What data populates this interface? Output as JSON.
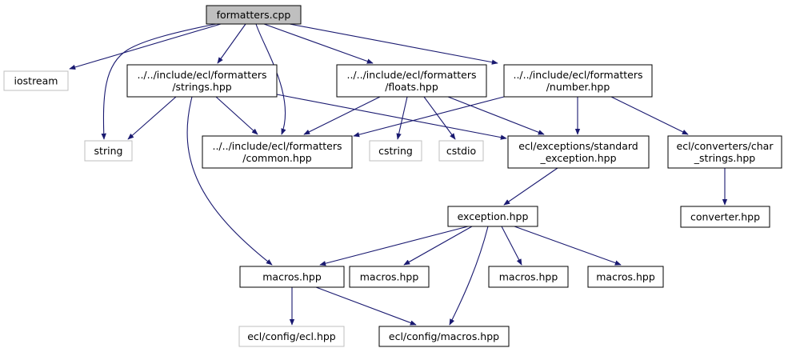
{
  "title": "formatters.cpp",
  "colors": {
    "edge": "#191970",
    "root_fill": "#bfbfbf",
    "external_border": "#bfbfbf",
    "node_border": "#000000"
  },
  "nodes": {
    "root": [
      "formatters.cpp"
    ],
    "iostream": [
      "iostream"
    ],
    "string": [
      "string"
    ],
    "strings": [
      "../../include/ecl/formatters",
      "/strings.hpp"
    ],
    "floats": [
      "../../include/ecl/formatters",
      "/floats.hpp"
    ],
    "number": [
      "../../include/ecl/formatters",
      "/number.hpp"
    ],
    "common": [
      "../../include/ecl/formatters",
      "/common.hpp"
    ],
    "cstring": [
      "cstring"
    ],
    "cstdio": [
      "cstdio"
    ],
    "stdexc": [
      "ecl/exceptions/standard",
      "_exception.hpp"
    ],
    "charstr": [
      "ecl/converters/char",
      "_strings.hpp"
    ],
    "converter": [
      "converter.hpp"
    ],
    "exception": [
      "exception.hpp"
    ],
    "macros1": [
      "macros.hpp"
    ],
    "macros2": [
      "macros.hpp"
    ],
    "macros3": [
      "macros.hpp"
    ],
    "macros4": [
      "macros.hpp"
    ],
    "eclhpp": [
      "ecl/config/ecl.hpp"
    ],
    "cfgmacros": [
      "ecl/config/macros.hpp"
    ]
  },
  "edges": [
    [
      "root",
      "iostream"
    ],
    [
      "root",
      "string"
    ],
    [
      "root",
      "strings"
    ],
    [
      "root",
      "common"
    ],
    [
      "root",
      "floats"
    ],
    [
      "root",
      "number"
    ],
    [
      "strings",
      "string"
    ],
    [
      "strings",
      "common"
    ],
    [
      "strings",
      "stdexc"
    ],
    [
      "strings",
      "macros1"
    ],
    [
      "floats",
      "common"
    ],
    [
      "floats",
      "cstring"
    ],
    [
      "floats",
      "cstdio"
    ],
    [
      "floats",
      "stdexc"
    ],
    [
      "number",
      "common"
    ],
    [
      "number",
      "stdexc"
    ],
    [
      "number",
      "charstr"
    ],
    [
      "charstr",
      "converter"
    ],
    [
      "stdexc",
      "exception"
    ],
    [
      "exception",
      "macros1"
    ],
    [
      "exception",
      "macros2"
    ],
    [
      "exception",
      "macros3"
    ],
    [
      "exception",
      "macros4"
    ],
    [
      "exception",
      "cfgmacros"
    ],
    [
      "macros1",
      "eclhpp"
    ],
    [
      "macros1",
      "cfgmacros"
    ]
  ]
}
